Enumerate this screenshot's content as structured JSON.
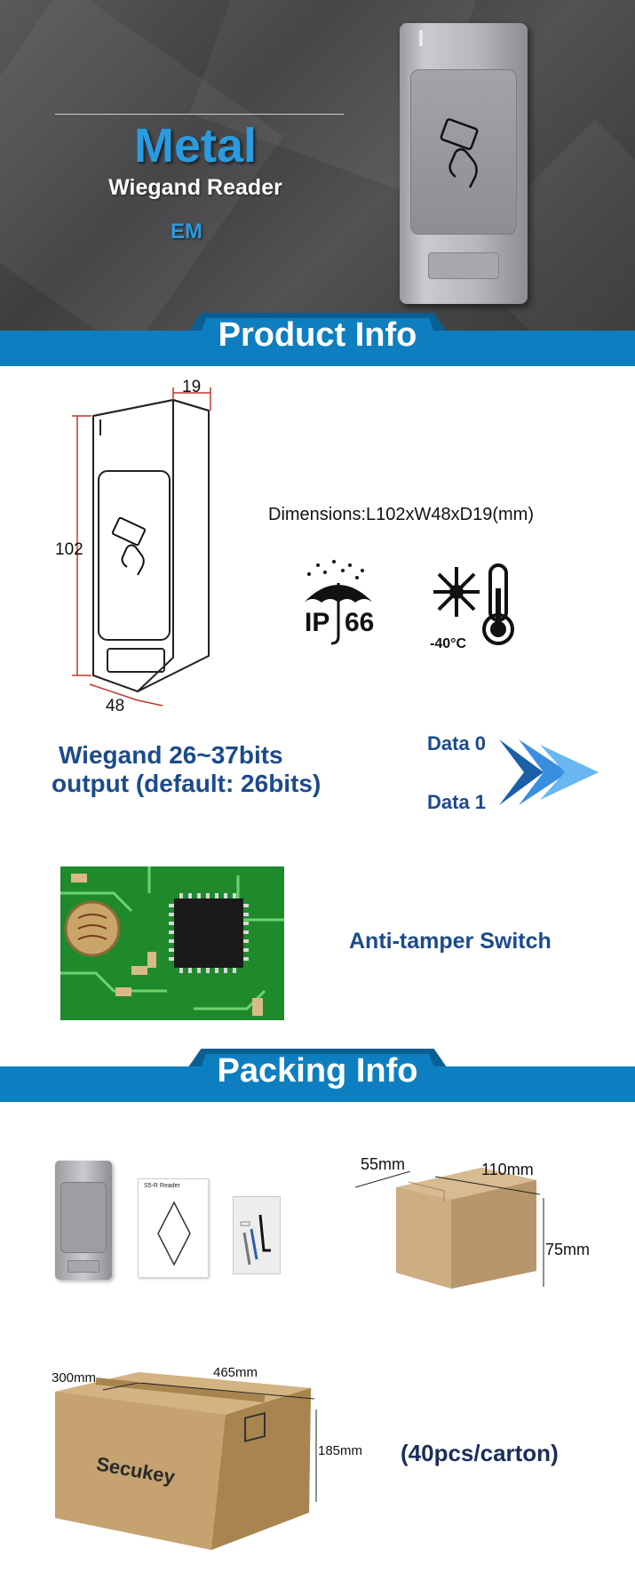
{
  "hero": {
    "title": "Metal",
    "subtitle": "Wiegand Reader",
    "badge": "EM"
  },
  "sections": {
    "product_info": "Product Info",
    "packing_info": "Packing Info"
  },
  "product": {
    "dimensions": "Dimensions:L102xW48xD19(mm)",
    "dim_depth": "19",
    "dim_length": "102",
    "dim_width": "48",
    "ip_rating_prefix": "IP",
    "ip_rating_value": "66",
    "temperature": "-40°C",
    "wiegand_line1": "Wiegand 26~37bits",
    "wiegand_line2": "output (default: 26bits)",
    "data0": "Data 0",
    "data1": "Data 1",
    "anti_tamper": "Anti-tamper Switch"
  },
  "packing": {
    "manual_title": "S5-R Reader",
    "small_box_depth": "55mm",
    "small_box_length": "110mm",
    "small_box_height": "75mm",
    "carton_depth": "300mm",
    "carton_length": "465mm",
    "carton_height": "185mm",
    "carton_brand": "Secukey",
    "carton_qty": "(40pcs/carton)"
  },
  "colors": {
    "accent_blue": "#0d7fc0",
    "title_blue": "#2a9be0",
    "text_navy": "#1b4b8c"
  }
}
